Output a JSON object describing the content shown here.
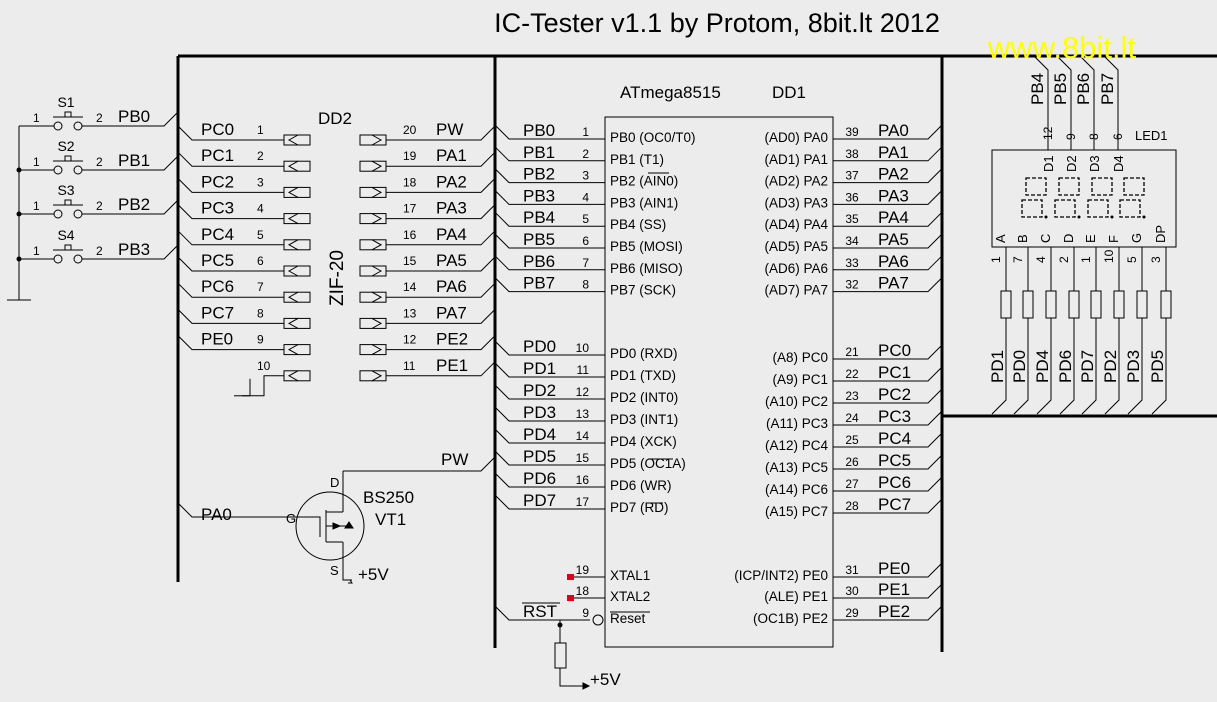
{
  "title": "IC-Tester v1.1 by Protom, 8bit.lt 2012",
  "website": "www.8bit.lt",
  "colors": {
    "background": "#ececec",
    "website": "#ffff00",
    "xtal_marker": "#e0001a"
  },
  "switches": [
    {
      "name": "S1",
      "pin1": "1",
      "pin2": "2",
      "net": "PB0"
    },
    {
      "name": "S2",
      "pin1": "1",
      "pin2": "2",
      "net": "PB1"
    },
    {
      "name": "S3",
      "pin1": "1",
      "pin2": "2",
      "net": "PB2"
    },
    {
      "name": "S4",
      "pin1": "1",
      "pin2": "2",
      "net": "PB3"
    }
  ],
  "zif": {
    "name": "DD2",
    "type": "ZIF-20",
    "left": [
      {
        "net": "PC0",
        "pin": "1"
      },
      {
        "net": "PC1",
        "pin": "2"
      },
      {
        "net": "PC2",
        "pin": "3"
      },
      {
        "net": "PC3",
        "pin": "4"
      },
      {
        "net": "PC4",
        "pin": "5"
      },
      {
        "net": "PC5",
        "pin": "6"
      },
      {
        "net": "PC6",
        "pin": "7"
      },
      {
        "net": "PC7",
        "pin": "8"
      },
      {
        "net": "PE0",
        "pin": "9"
      },
      {
        "net": "",
        "pin": "10"
      }
    ],
    "right": [
      {
        "net": "PW",
        "pin": "20"
      },
      {
        "net": "PA1",
        "pin": "19"
      },
      {
        "net": "PA2",
        "pin": "18"
      },
      {
        "net": "PA3",
        "pin": "17"
      },
      {
        "net": "PA4",
        "pin": "16"
      },
      {
        "net": "PA5",
        "pin": "15"
      },
      {
        "net": "PA6",
        "pin": "14"
      },
      {
        "net": "PA7",
        "pin": "13"
      },
      {
        "net": "PE2",
        "pin": "12"
      },
      {
        "net": "PE1",
        "pin": "11"
      }
    ]
  },
  "transistor": {
    "part": "BS250",
    "name": "VT1",
    "gate": "G",
    "drain": "D",
    "source": "S",
    "gate_net": "PA0",
    "drain_net": "PW",
    "supply": "+5V"
  },
  "mcu": {
    "part": "ATmega8515",
    "name": "DD1",
    "left_pins": [
      {
        "net": "PB0",
        "pin": "1",
        "func": "PB0 (OC0/T0)"
      },
      {
        "net": "PB1",
        "pin": "2",
        "func": "PB1 (T1)"
      },
      {
        "net": "PB2",
        "pin": "3",
        "func": "PB2 (AIN0)"
      },
      {
        "net": "PB3",
        "pin": "4",
        "func": "PB3 (AIN1)"
      },
      {
        "net": "PB4",
        "pin": "5",
        "func": "PB4 (SS)"
      },
      {
        "net": "PB5",
        "pin": "6",
        "func": "PB5 (MOSI)"
      },
      {
        "net": "PB6",
        "pin": "7",
        "func": "PB6 (MISO)"
      },
      {
        "net": "PB7",
        "pin": "8",
        "func": "PB7 (SCK)"
      },
      {
        "net": "PD0",
        "pin": "10",
        "func": "PD0 (RXD)"
      },
      {
        "net": "PD1",
        "pin": "11",
        "func": "PD1 (TXD)"
      },
      {
        "net": "PD2",
        "pin": "12",
        "func": "PD2 (INT0)"
      },
      {
        "net": "PD3",
        "pin": "13",
        "func": "PD3 (INT1)"
      },
      {
        "net": "PD4",
        "pin": "14",
        "func": "PD4 (XCK)"
      },
      {
        "net": "PD5",
        "pin": "15",
        "func": "PD5 (OC1A)"
      },
      {
        "net": "PD6",
        "pin": "16",
        "func": "PD6 (WR)"
      },
      {
        "net": "PD7",
        "pin": "17",
        "func": "PD7 (RD)"
      },
      {
        "net": "",
        "pin": "19",
        "func": "XTAL1"
      },
      {
        "net": "",
        "pin": "18",
        "func": "XTAL2"
      },
      {
        "net": "RST",
        "pin": "9",
        "func": "Reset"
      }
    ],
    "right_pins": [
      {
        "net": "PA0",
        "pin": "39",
        "func": "(AD0) PA0"
      },
      {
        "net": "PA1",
        "pin": "38",
        "func": "(AD1) PA1"
      },
      {
        "net": "PA2",
        "pin": "37",
        "func": "(AD2) PA2"
      },
      {
        "net": "PA3",
        "pin": "36",
        "func": "(AD3) PA3"
      },
      {
        "net": "PA4",
        "pin": "35",
        "func": "(AD4) PA4"
      },
      {
        "net": "PA5",
        "pin": "34",
        "func": "(AD5) PA5"
      },
      {
        "net": "PA6",
        "pin": "33",
        "func": "(AD6) PA6"
      },
      {
        "net": "PA7",
        "pin": "32",
        "func": "(AD7) PA7"
      },
      {
        "net": "PC0",
        "pin": "21",
        "func": "(A8) PC0"
      },
      {
        "net": "PC1",
        "pin": "22",
        "func": "(A9) PC1"
      },
      {
        "net": "PC2",
        "pin": "23",
        "func": "(A10) PC2"
      },
      {
        "net": "PC3",
        "pin": "24",
        "func": "(A11) PC3"
      },
      {
        "net": "PC4",
        "pin": "25",
        "func": "(A12) PC4"
      },
      {
        "net": "PC5",
        "pin": "26",
        "func": "(A13) PC5"
      },
      {
        "net": "PC6",
        "pin": "27",
        "func": "(A14) PC6"
      },
      {
        "net": "PC7",
        "pin": "28",
        "func": "(A15) PC7"
      },
      {
        "net": "PE0",
        "pin": "31",
        "func": "(ICP/INT2) PE0"
      },
      {
        "net": "PE1",
        "pin": "30",
        "func": "(ALE) PE1"
      },
      {
        "net": "PE2",
        "pin": "29",
        "func": "(OC1B) PE2"
      }
    ],
    "reset_supply": "+5V"
  },
  "led": {
    "name": "LED1",
    "digits": [
      {
        "net": "PB4",
        "pin": "12",
        "label": "D1"
      },
      {
        "net": "PB5",
        "pin": "9",
        "label": "D2"
      },
      {
        "net": "PB6",
        "pin": "8",
        "label": "D3"
      },
      {
        "net": "PB7",
        "pin": "6",
        "label": "D4"
      }
    ],
    "segments": [
      {
        "label": "A",
        "pin": "1",
        "net": "PD1"
      },
      {
        "label": "B",
        "pin": "7",
        "net": "PD0"
      },
      {
        "label": "C",
        "pin": "4",
        "net": "PD4"
      },
      {
        "label": "D",
        "pin": "2",
        "net": "PD6"
      },
      {
        "label": "E",
        "pin": "1",
        "net": "PD7"
      },
      {
        "label": "F",
        "pin": "10",
        "net": "PD2"
      },
      {
        "label": "G",
        "pin": "5",
        "net": "PD3"
      },
      {
        "label": "DP",
        "pin": "3",
        "net": "PD5"
      }
    ]
  }
}
